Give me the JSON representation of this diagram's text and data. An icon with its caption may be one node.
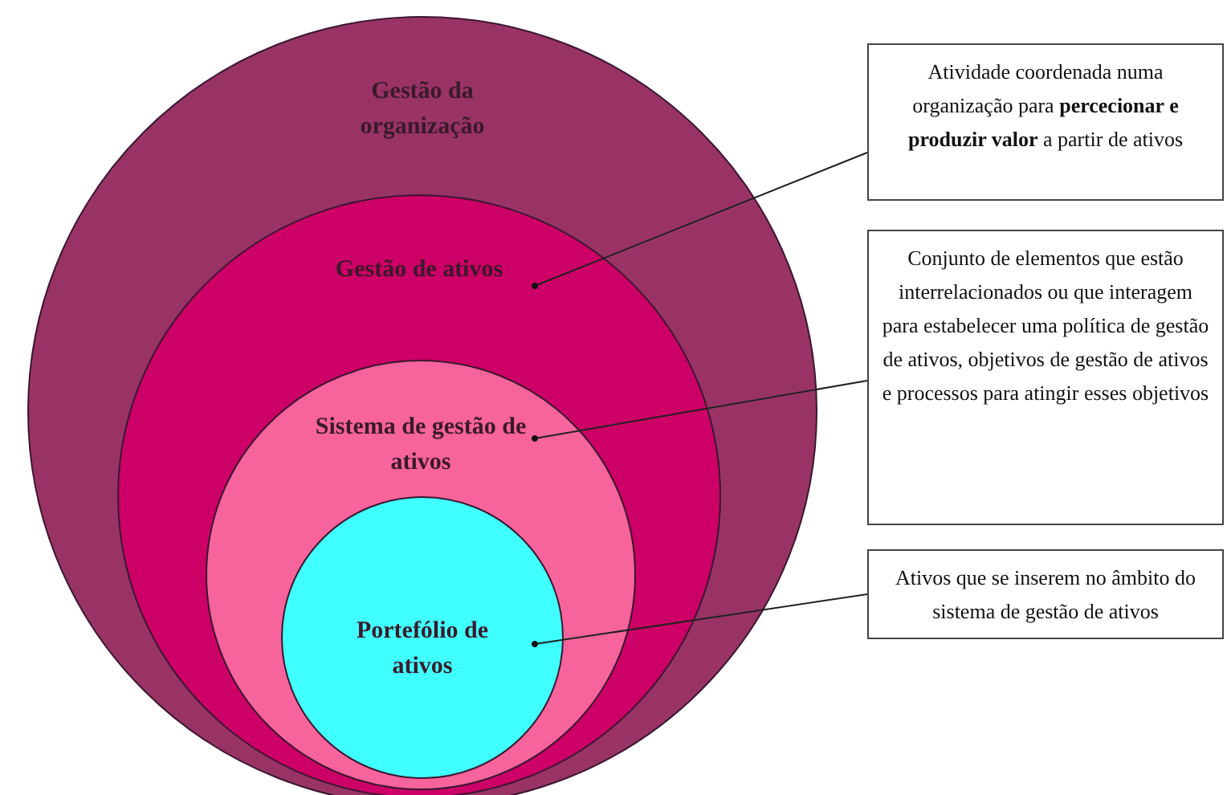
{
  "diagram": {
    "nodes": [
      {
        "text": [
          "Gestão da organização"
        ]
      },
      {
        "text": [
          "Gestão de ativos"
        ],
        "in": 0
      },
      {
        "text": [
          "Sistema de gestão de ativos"
        ],
        "in": 1
      },
      {
        "text": [
          "Portefólio de ativos"
        ],
        "in": 2
      },
      {
        "text": [
          "Atividade coordenada numa organização para **percecionar e produzir valor** a partir de ativos"
        ]
      },
      {
        "text": [
          "Conjunto de elementos que estão interrelacionados ou que interagem para estabelecer uma política de gestão de ativos, objetivos de gestão de ativos e processos para atingir esses objetivos"
        ]
      },
      {
        "text": [
          "Ativos que se inserem no âmbito do sistema de gestão de ativos"
        ]
      }
    ],
    "edges": [
      {
        "from": 4,
        "to": 1,
        "arrow": "other"
      },
      {
        "from": 5,
        "to": 2,
        "arrow": "other"
      },
      {
        "from": 6,
        "to": 3,
        "arrow": "other"
      }
    ]
  }
}
